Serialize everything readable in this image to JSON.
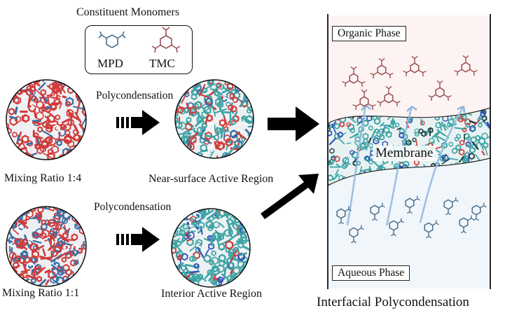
{
  "monomers": {
    "title": "Constituent Monomers",
    "mpd_label": "MPD",
    "tmc_label": "TMC"
  },
  "process": {
    "top_arrow_label": "Polycondensation",
    "bottom_arrow_label": "Polycondensation"
  },
  "samples": {
    "ratio_top": "Mixing Ratio 1:4",
    "ratio_bottom": "Mixing Ratio 1:1",
    "region_top": "Near-surface Active Region",
    "region_bottom": "Interior Active Region"
  },
  "interface": {
    "organic_phase": "Organic Phase",
    "membrane": "Membrane",
    "aqueous_phase": "Aqueous Phase",
    "caption": "Interfacial Polycondensation"
  },
  "colors": {
    "red_molecule": "#d23a3a",
    "blue_molecule": "#3b6fa6",
    "cyan_molecule": "#3fa5a5",
    "tmc_outline": "#9b5050",
    "mpd_outline": "#4a6f8d",
    "organic_bg": "#fdf3f3",
    "aqueous_bg": "#f1f6fb"
  }
}
